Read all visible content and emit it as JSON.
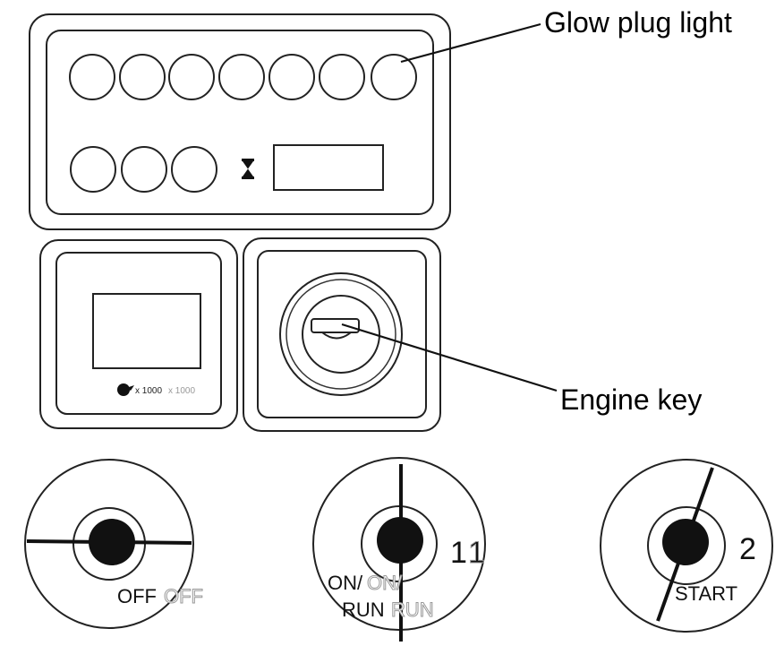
{
  "callouts": {
    "glow_plug_light": "Glow plug light",
    "engine_key": "Engine key"
  },
  "tachometer": {
    "scale_label": "x 1000",
    "scale_label_ghost": "x 1000"
  },
  "key_positions": [
    {
      "id": "off",
      "label": "OFF",
      "ghost": "OFF",
      "number": ""
    },
    {
      "id": "run",
      "label_line1": "ON/",
      "ghost_line1": "ON/",
      "label_line2": "RUN",
      "ghost_line2": "RUN",
      "number": "1",
      "number_ghost": "1"
    },
    {
      "id": "start",
      "label": "START",
      "number": "2"
    }
  ]
}
